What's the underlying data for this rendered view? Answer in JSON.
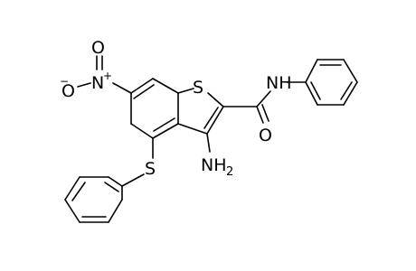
{
  "molecule": {
    "labels": {
      "nitro_o_left": "O",
      "nitro_n": "N",
      "nitro_o_top": "O",
      "ring_s": "S",
      "amide_nh": "NH",
      "amide_o": "O",
      "amino_nh": "NH",
      "amino_sub": "2",
      "thioether_s": "S",
      "charge_minus": "−",
      "charge_plus": "+"
    }
  }
}
